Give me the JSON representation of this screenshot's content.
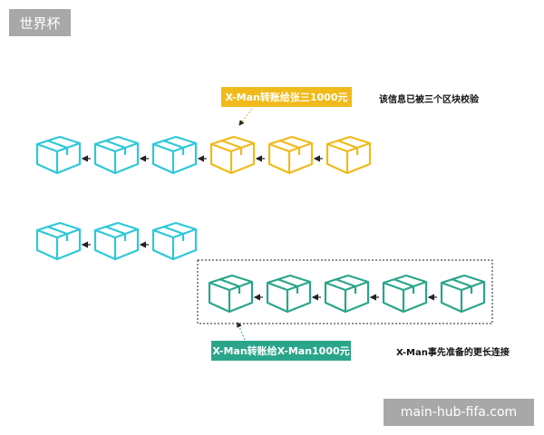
{
  "tag_top": "世界杯",
  "tag_bottom": "main-hub-fifa.com",
  "label_yellow": "X-Man转账给张三1000元",
  "note_verified": "该信息已被三个区块校验",
  "label_green": "X-Man转账给X-Man1000元",
  "note_longer_chain": "X-Man事先准备的更长连接",
  "colors": {
    "cyan": "#2dc8d8",
    "yellow": "#f0ba1a",
    "green": "#2aa58a",
    "arrow": "#222222"
  },
  "chains": {
    "top": [
      "cyan",
      "cyan",
      "cyan",
      "yellow",
      "yellow",
      "yellow"
    ],
    "middle": [
      "cyan",
      "cyan",
      "cyan"
    ],
    "fork": [
      "green",
      "green",
      "green",
      "green",
      "green"
    ]
  }
}
